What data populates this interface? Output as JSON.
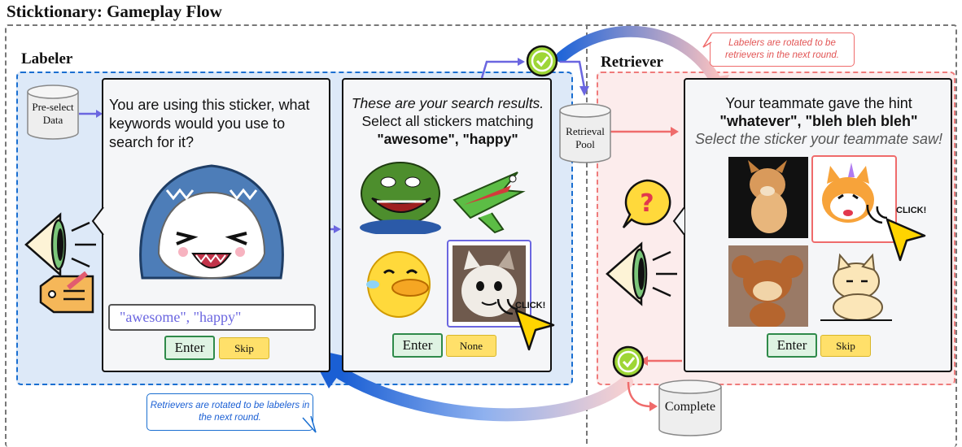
{
  "title": "Sticktionary: Gameplay Flow",
  "labeler": {
    "region_label": "Labeler",
    "preselect_label": "Pre-select Data",
    "prompt": "You are using this sticker, what keywords would you use to search for it?",
    "input_value": "\"awesome\", \"happy\"",
    "enter_label": "Enter",
    "skip_label": "Skip",
    "search_results_intro": "These are your search results.",
    "search_results_instruction": "Select all stickers matching",
    "search_results_keywords": "\"awesome\", \"happy\"",
    "enter2_label": "Enter",
    "none_label": "None",
    "click_label": "CLICK!"
  },
  "retrieval_pool_label": "Retrieval Pool",
  "retriever": {
    "region_label": "Retriever",
    "hint_intro": "Your teammate gave the hint",
    "hint_keywords": "\"whatever\", \"bleh bleh bleh\"",
    "instruction": "Select the sticker your teammate saw!",
    "enter_label": "Enter",
    "skip_label": "Skip",
    "click_label": "CLICK!",
    "complete_label": "Complete"
  },
  "callouts": {
    "to_retrievers": "Labelers are rotated to be retrievers in the next round.",
    "to_labelers": "Retrievers are rotated to be labelers in the next round."
  },
  "colors": {
    "labeler_bg": "#dde9f8",
    "labeler_border": "#1a6fd1",
    "retriever_bg": "#fcecec",
    "retriever_border": "#ef7b7b",
    "check_green": "#9ed636",
    "enter_green": "#2f8a4a",
    "skip_yellow": "#ffe06a",
    "selection_purple": "#6b66e0"
  }
}
